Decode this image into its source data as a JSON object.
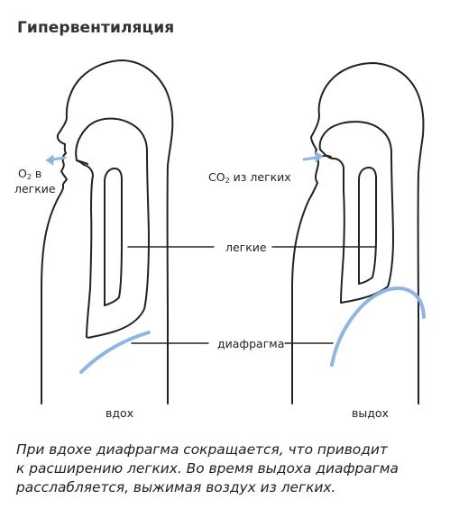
{
  "title": "Гипервентиляция",
  "labels": {
    "o2_main": "O",
    "o2_sub": "2",
    "o2_suffix": " в",
    "o2_line2": "легкие",
    "co2_main": "CO",
    "co2_sub": "2",
    "co2_suffix": " из легких",
    "lungs": "легкие",
    "diaphragm": "диафрагма",
    "inhale": "вдох",
    "exhale": "выдох"
  },
  "caption": {
    "line1": "При вдохе диафрагма сокращается, что приводит",
    "line2": "к расширению легких. Во время выдоха диафрагма",
    "line3": "расслабляется, выжимая воздух из легких."
  },
  "colors": {
    "outline": "#222222",
    "airflow": "#8fb5e3",
    "diaphragm": "#8fb5e3"
  }
}
